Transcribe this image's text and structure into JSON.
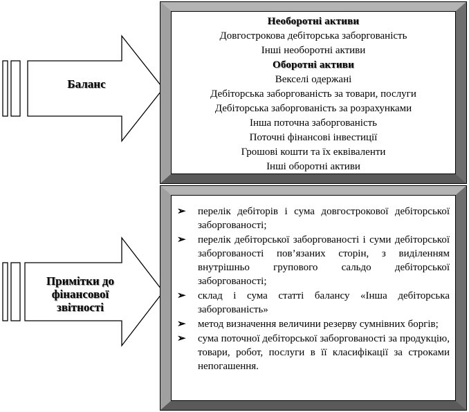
{
  "arrows": {
    "balance_label": "Баланс",
    "notes_label_lines": [
      "Примітки до",
      "фінансової",
      "звітності"
    ]
  },
  "balance_items": [
    {
      "text": "Необоротні  активи",
      "header": true
    },
    {
      "text": "Довгострокова дебіторська заборгованість",
      "header": false
    },
    {
      "text": "Інші необоротні активи",
      "header": false
    },
    {
      "text": "Оборотні  активи",
      "header": true
    },
    {
      "text": "Векселі одержані",
      "header": false
    },
    {
      "text": "Дебіторська заборгованість за товари, послуги",
      "header": false
    },
    {
      "text": "Дебіторська заборгованість за розрахунками",
      "header": false
    },
    {
      "text": "Інша поточна заборгованість",
      "header": false
    },
    {
      "text": "Поточні фінансові інвестиції",
      "header": false
    },
    {
      "text": "Грошові кошти та їх еквіваленти",
      "header": false
    },
    {
      "text": "Інші оборотні активи",
      "header": false
    }
  ],
  "notes_items": [
    "перелік дебіторів і сума довгострокової дебіторської заборгованості;",
    "перелік дебіторської заборгованості і суми дебіторської заборгованості пов’язаних сторін, з виділенням внутрішньо групового сальдо дебіторської заборгованості;",
    "склад і сума статті балансу «Інша дебіторська заборгованість»",
    "метод визначення величини резерву сумнівних боргів;",
    "сума поточної дебіторської заборгованості за продукцію, товари, робот, послуги в її класифікації за строками непогашення."
  ],
  "bullet_glyph": "➢",
  "colors": {
    "frame": "#8c8c8c",
    "frame_light": "#d0d0d0",
    "frame_dark": "#4a4a4a"
  }
}
